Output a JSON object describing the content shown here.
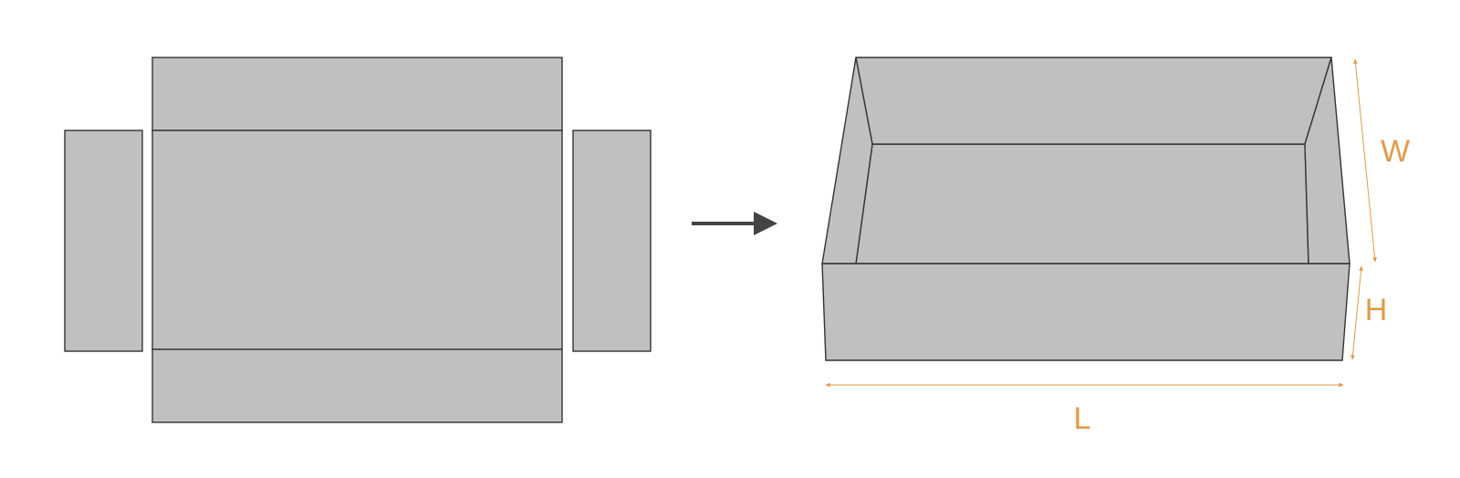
{
  "colors": {
    "panel_fill": "#c0c0c0",
    "outline": "#333333",
    "arrow": "#444444",
    "dimension": "#e39a47"
  },
  "flat_net": {
    "panels": [
      "top-flap",
      "base",
      "bottom-flap",
      "left-flap",
      "right-flap"
    ]
  },
  "transition": {
    "icon": "right-arrow-icon"
  },
  "assembled_box": {
    "dimensions": {
      "length_label": "L",
      "width_label": "W",
      "height_label": "H"
    }
  }
}
